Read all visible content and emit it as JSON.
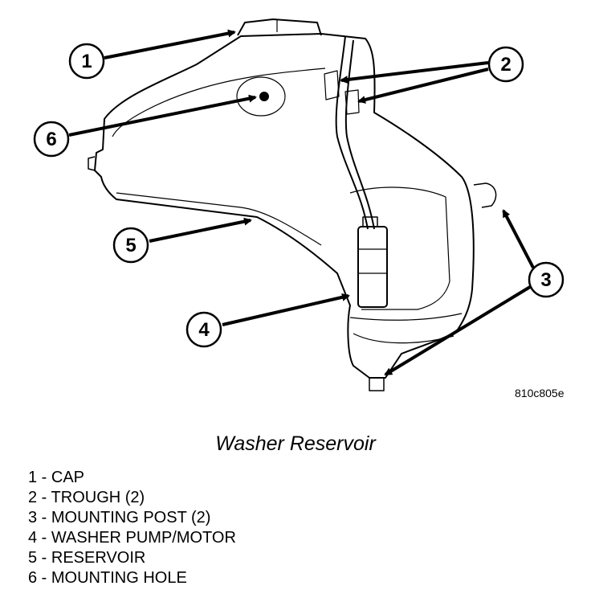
{
  "figure_code": "810c805e",
  "caption": "Washer Reservoir",
  "callouts": [
    "1",
    "2",
    "3",
    "4",
    "5",
    "6"
  ],
  "legend": [
    "1 - CAP",
    "2 - TROUGH (2)",
    "3 - MOUNTING POST (2)",
    "4 - WASHER PUMP/MOTOR",
    "5 - RESERVOIR",
    "6 - MOUNTING HOLE"
  ]
}
